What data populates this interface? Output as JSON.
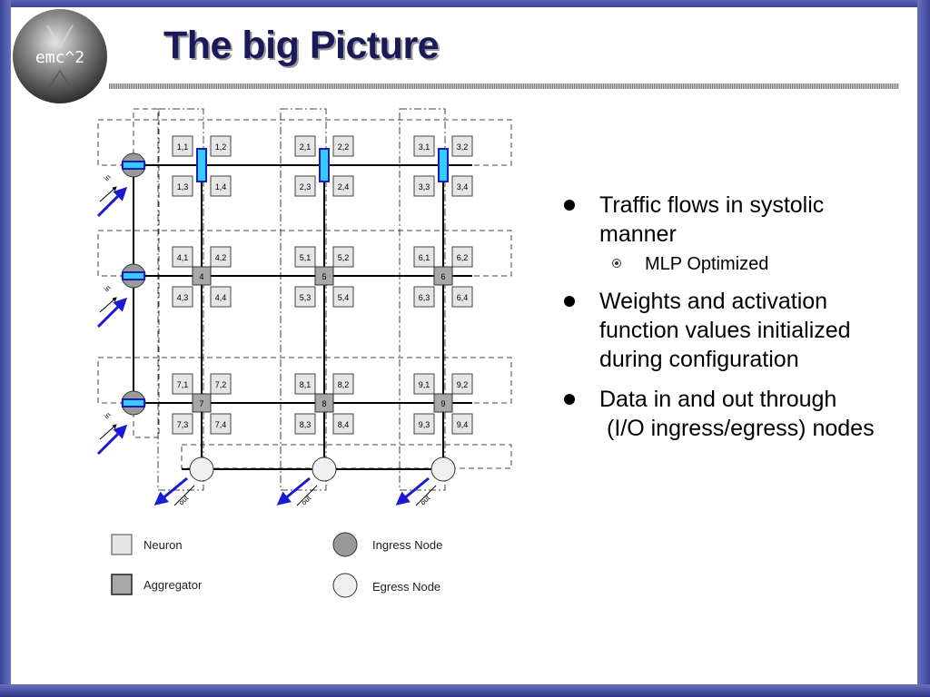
{
  "slide": {
    "logo_text": "emc^2",
    "title": "The big Picture"
  },
  "diagram": {
    "neuron_labels": [
      [
        "1,1",
        "1,2",
        "1,3",
        "1,4"
      ],
      [
        "2,1",
        "2,2",
        "2,3",
        "2,4"
      ],
      [
        "3,1",
        "3,2",
        "3,3",
        "3,4"
      ],
      [
        "4,1",
        "4,2",
        "4,3",
        "4,4"
      ],
      [
        "5,1",
        "5,2",
        "5,3",
        "5,4"
      ],
      [
        "6,1",
        "6,2",
        "6,3",
        "6,4"
      ],
      [
        "7,1",
        "7,2",
        "7,3",
        "7,4"
      ],
      [
        "8,1",
        "8,2",
        "8,3",
        "8,4"
      ],
      [
        "9,1",
        "9,2",
        "9,3",
        "9,4"
      ]
    ],
    "aggregator_labels": [
      "4",
      "5",
      "6",
      "7",
      "8",
      "9"
    ],
    "in_label": "in",
    "out_label": "out",
    "legend": {
      "neuron": "Neuron",
      "aggregator": "Aggregator",
      "ingress": "Ingress Node",
      "egress": "Egress Node"
    },
    "colors": {
      "neuron_fill": "#e6e6e6",
      "aggregator_fill": "#a8a8a8",
      "ingress_fill": "#999999",
      "egress_fill": "#f0f0f0",
      "bar_fill": "#33ccff",
      "bar_stroke": "#1a1ab4",
      "arrow": "#1a1ad2"
    }
  },
  "bullets": {
    "b1_line1": "Traffic flows in systolic",
    "b1_line2": "manner",
    "b1_sub": "MLP Optimized",
    "b2_line1": "Weights and activation",
    "b2_line2": "function values initialized",
    "b2_line3": "during configuration",
    "b3_line1": "Data in and out through",
    "b3_line2": "(I/O ingress/egress) nodes"
  }
}
